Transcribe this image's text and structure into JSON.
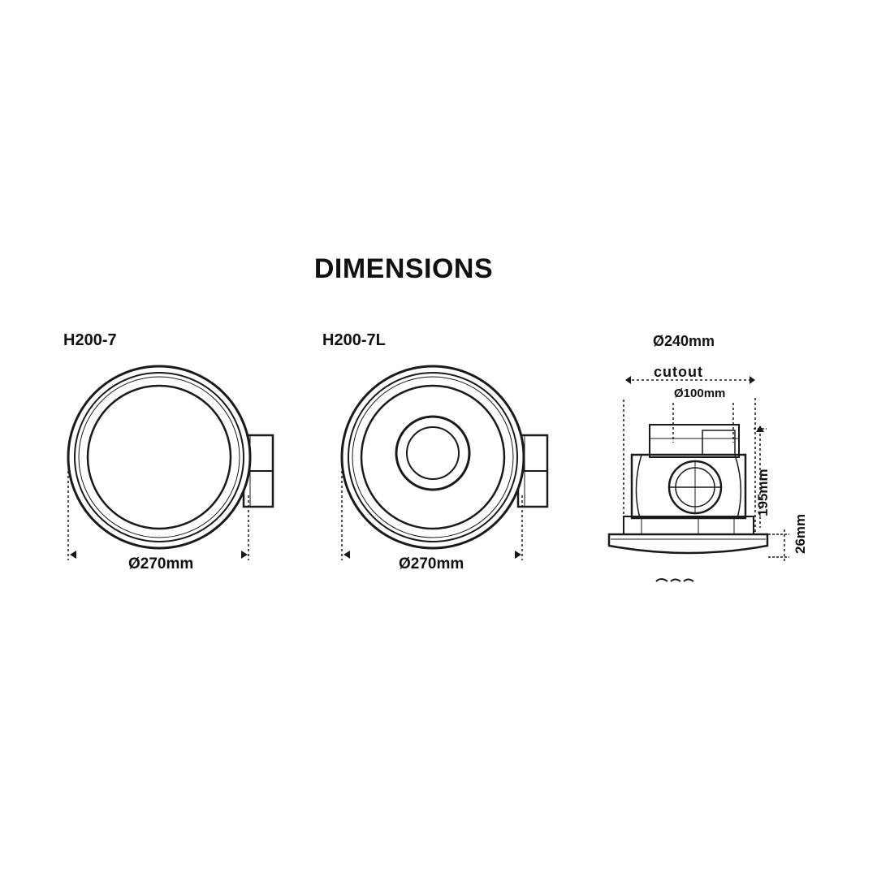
{
  "title": "DIMENSIONS",
  "models": [
    {
      "name": "H200-7",
      "diameter": "Ø270mm"
    },
    {
      "name": "H200-7L",
      "diameter": "Ø270mm"
    }
  ],
  "side_view": {
    "outer_diameter": "Ø240mm",
    "cutout_label": "cutout",
    "duct_diameter": "Ø100mm",
    "height": "195mm",
    "flange_height": "26mm"
  }
}
